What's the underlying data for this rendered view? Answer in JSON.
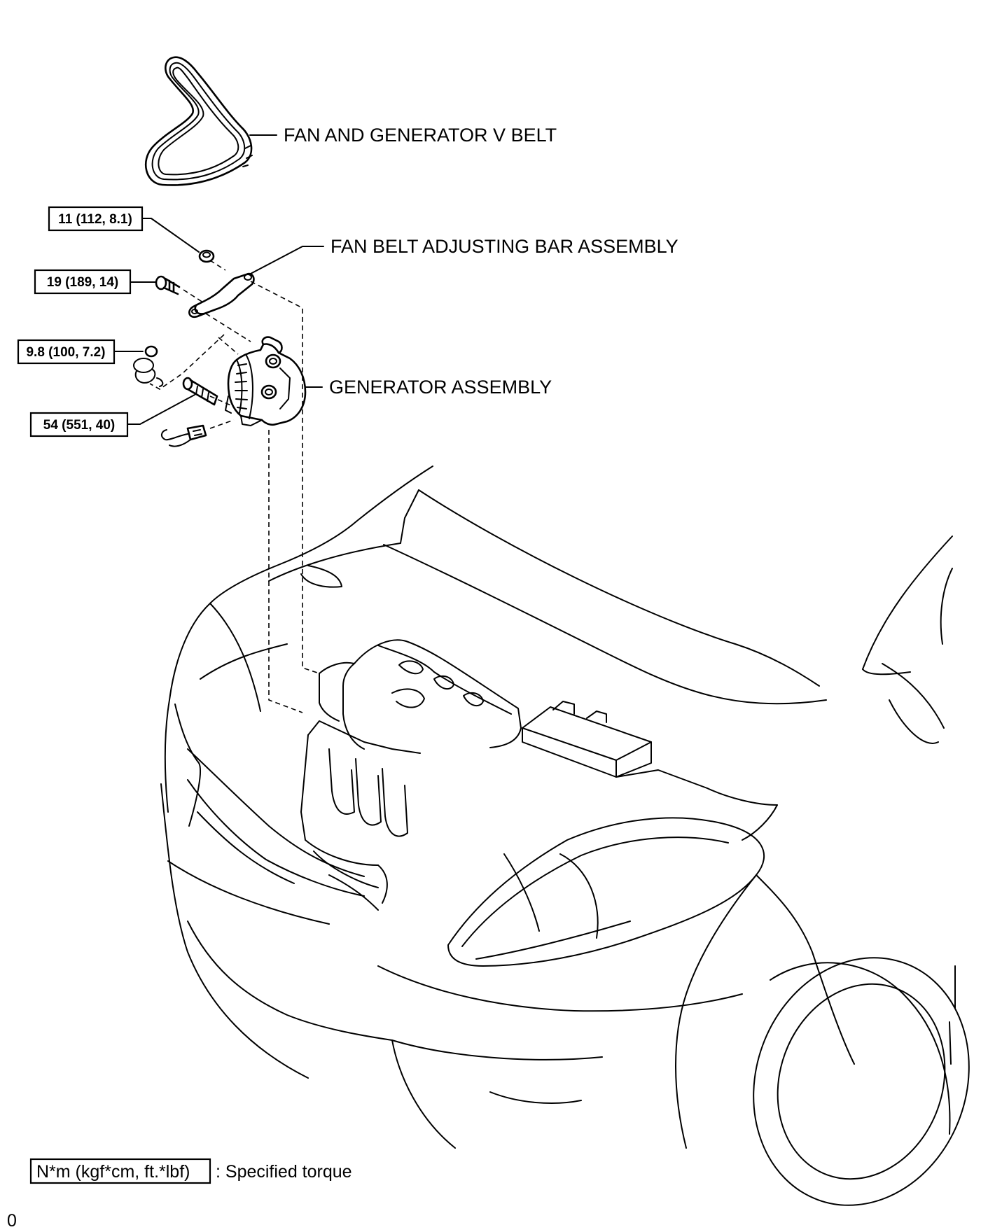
{
  "labels": {
    "belt": "FAN AND GENERATOR V BELT",
    "adjusting_bar": "FAN BELT ADJUSTING BAR ASSEMBLY",
    "generator": "GENERATOR ASSEMBLY"
  },
  "torque_specs": {
    "nut_adjusting_bar": "11 (112, 8.1)",
    "bolt_adjusting_bar": "19 (189, 14)",
    "terminal_nut": "9.8 (100, 7.2)",
    "through_bolt": "54 (551, 40)"
  },
  "legend": {
    "key": "N*m (kgf*cm, ft.*lbf)",
    "description": ": Specified torque"
  },
  "corner_mark": "0"
}
